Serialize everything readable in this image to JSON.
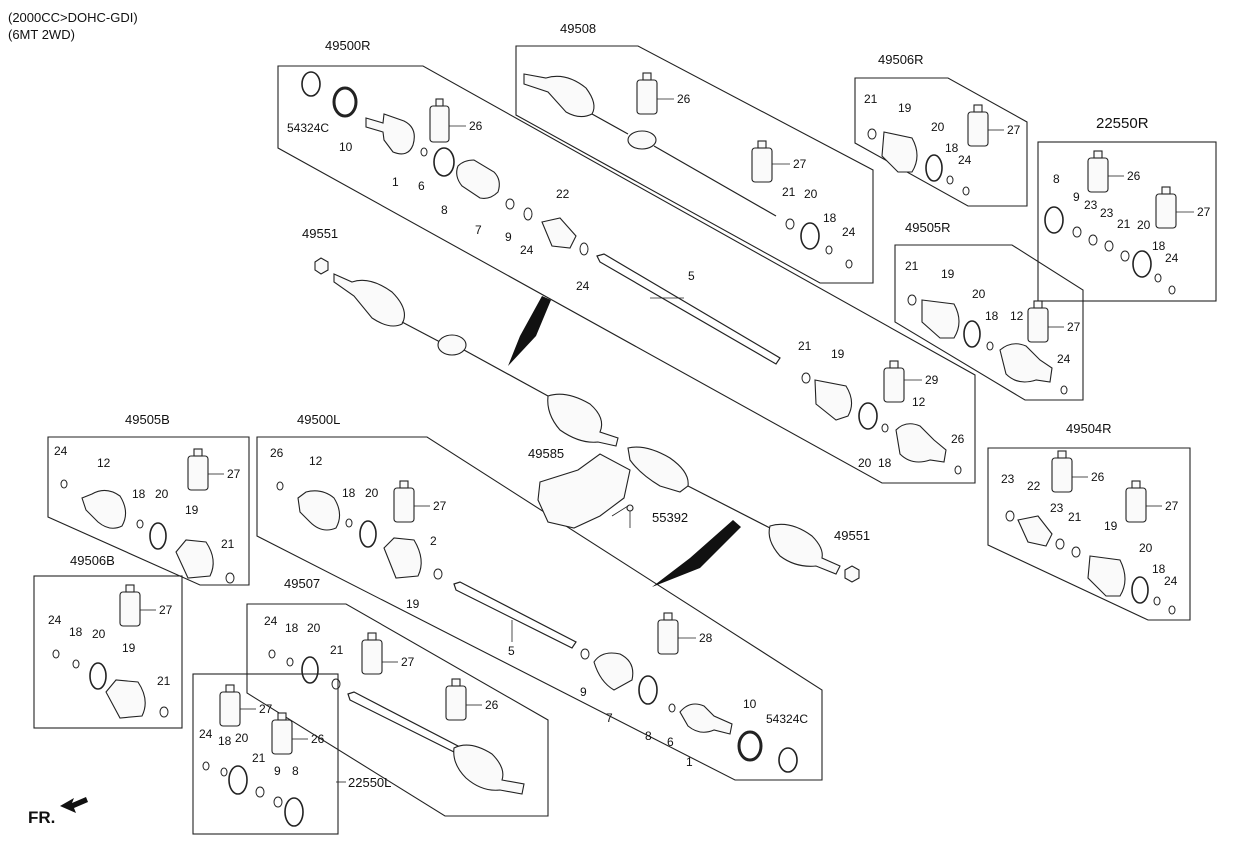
{
  "header": {
    "engine": "(2000CC>DOHC-GDI)",
    "trans": "(6MT 2WD)"
  },
  "footer": {
    "fr_label": "FR."
  },
  "assemblies": {
    "a49500R": "49500R",
    "a49508": "49508",
    "a49506R": "49506R",
    "a22550R": "22550R",
    "a49505R": "49505R",
    "a49504R": "49504R",
    "a49505B": "49505B",
    "a49500L": "49500L",
    "a49506B": "49506B",
    "a49507": "49507",
    "a22550L": "22550L"
  },
  "standalone": {
    "nut_top": "49551",
    "nut_bottom": "49551",
    "bracket": "49585",
    "bolt": "55392"
  },
  "labels": {
    "p54324C": "54324C",
    "p10": "10",
    "p1": "1",
    "p6": "6",
    "p8": "8",
    "p7": "7",
    "p9": "9",
    "p24": "24",
    "p22": "22",
    "p26": "26",
    "p5": "5",
    "p21": "21",
    "p19": "19",
    "p20": "20",
    "p18": "18",
    "p12": "12",
    "p27": "27",
    "p29": "29",
    "p23": "23",
    "p2": "2",
    "p28": "28"
  }
}
